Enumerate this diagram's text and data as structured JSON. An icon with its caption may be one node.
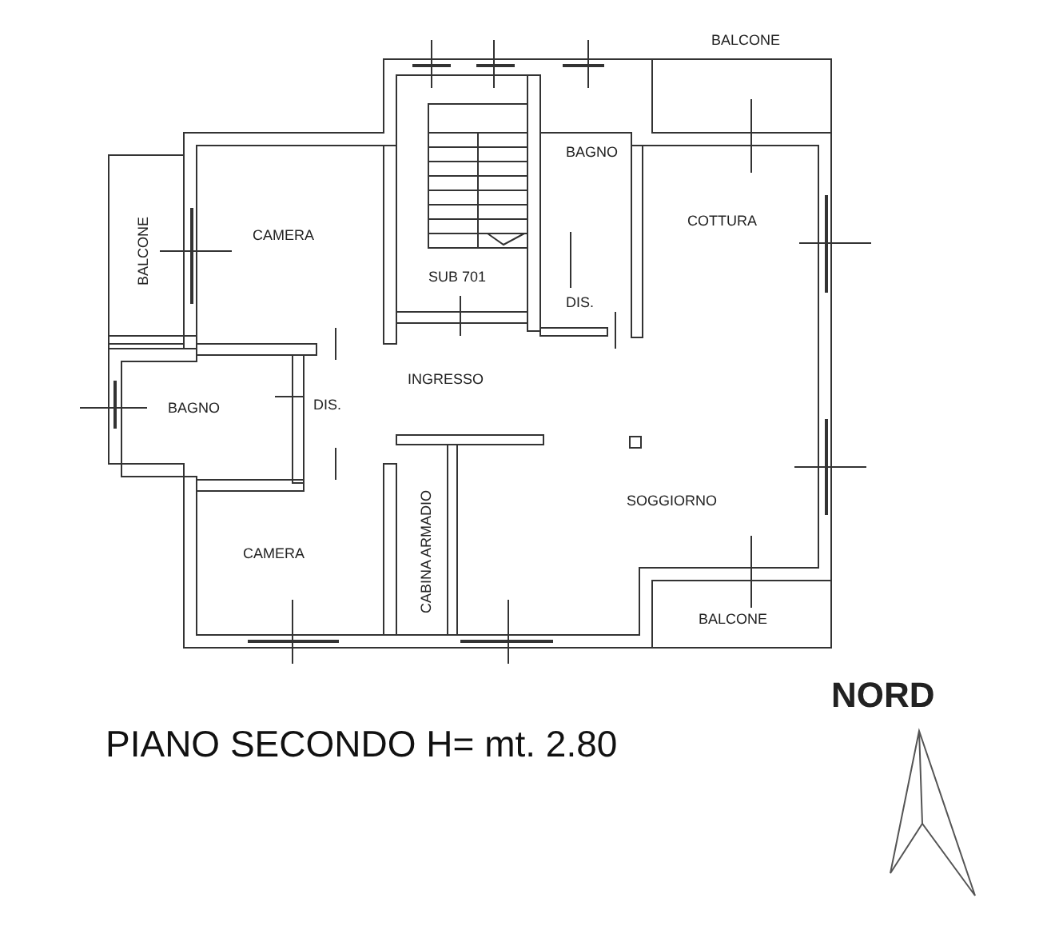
{
  "diagram": {
    "caption": "PIANO SECONDO H= mt. 2.80",
    "labels": [
      "BALCONE",
      "BAGNO",
      "CAMERA",
      "COTTURA",
      "BALCONE",
      "SUB 701",
      "DIS.",
      "INGRESSO",
      "BAGNO",
      "DIS.",
      "SOGGIORNO",
      "CABINA ARMADIO",
      "CAMERA",
      "BALCONE",
      "NORD"
    ]
  }
}
